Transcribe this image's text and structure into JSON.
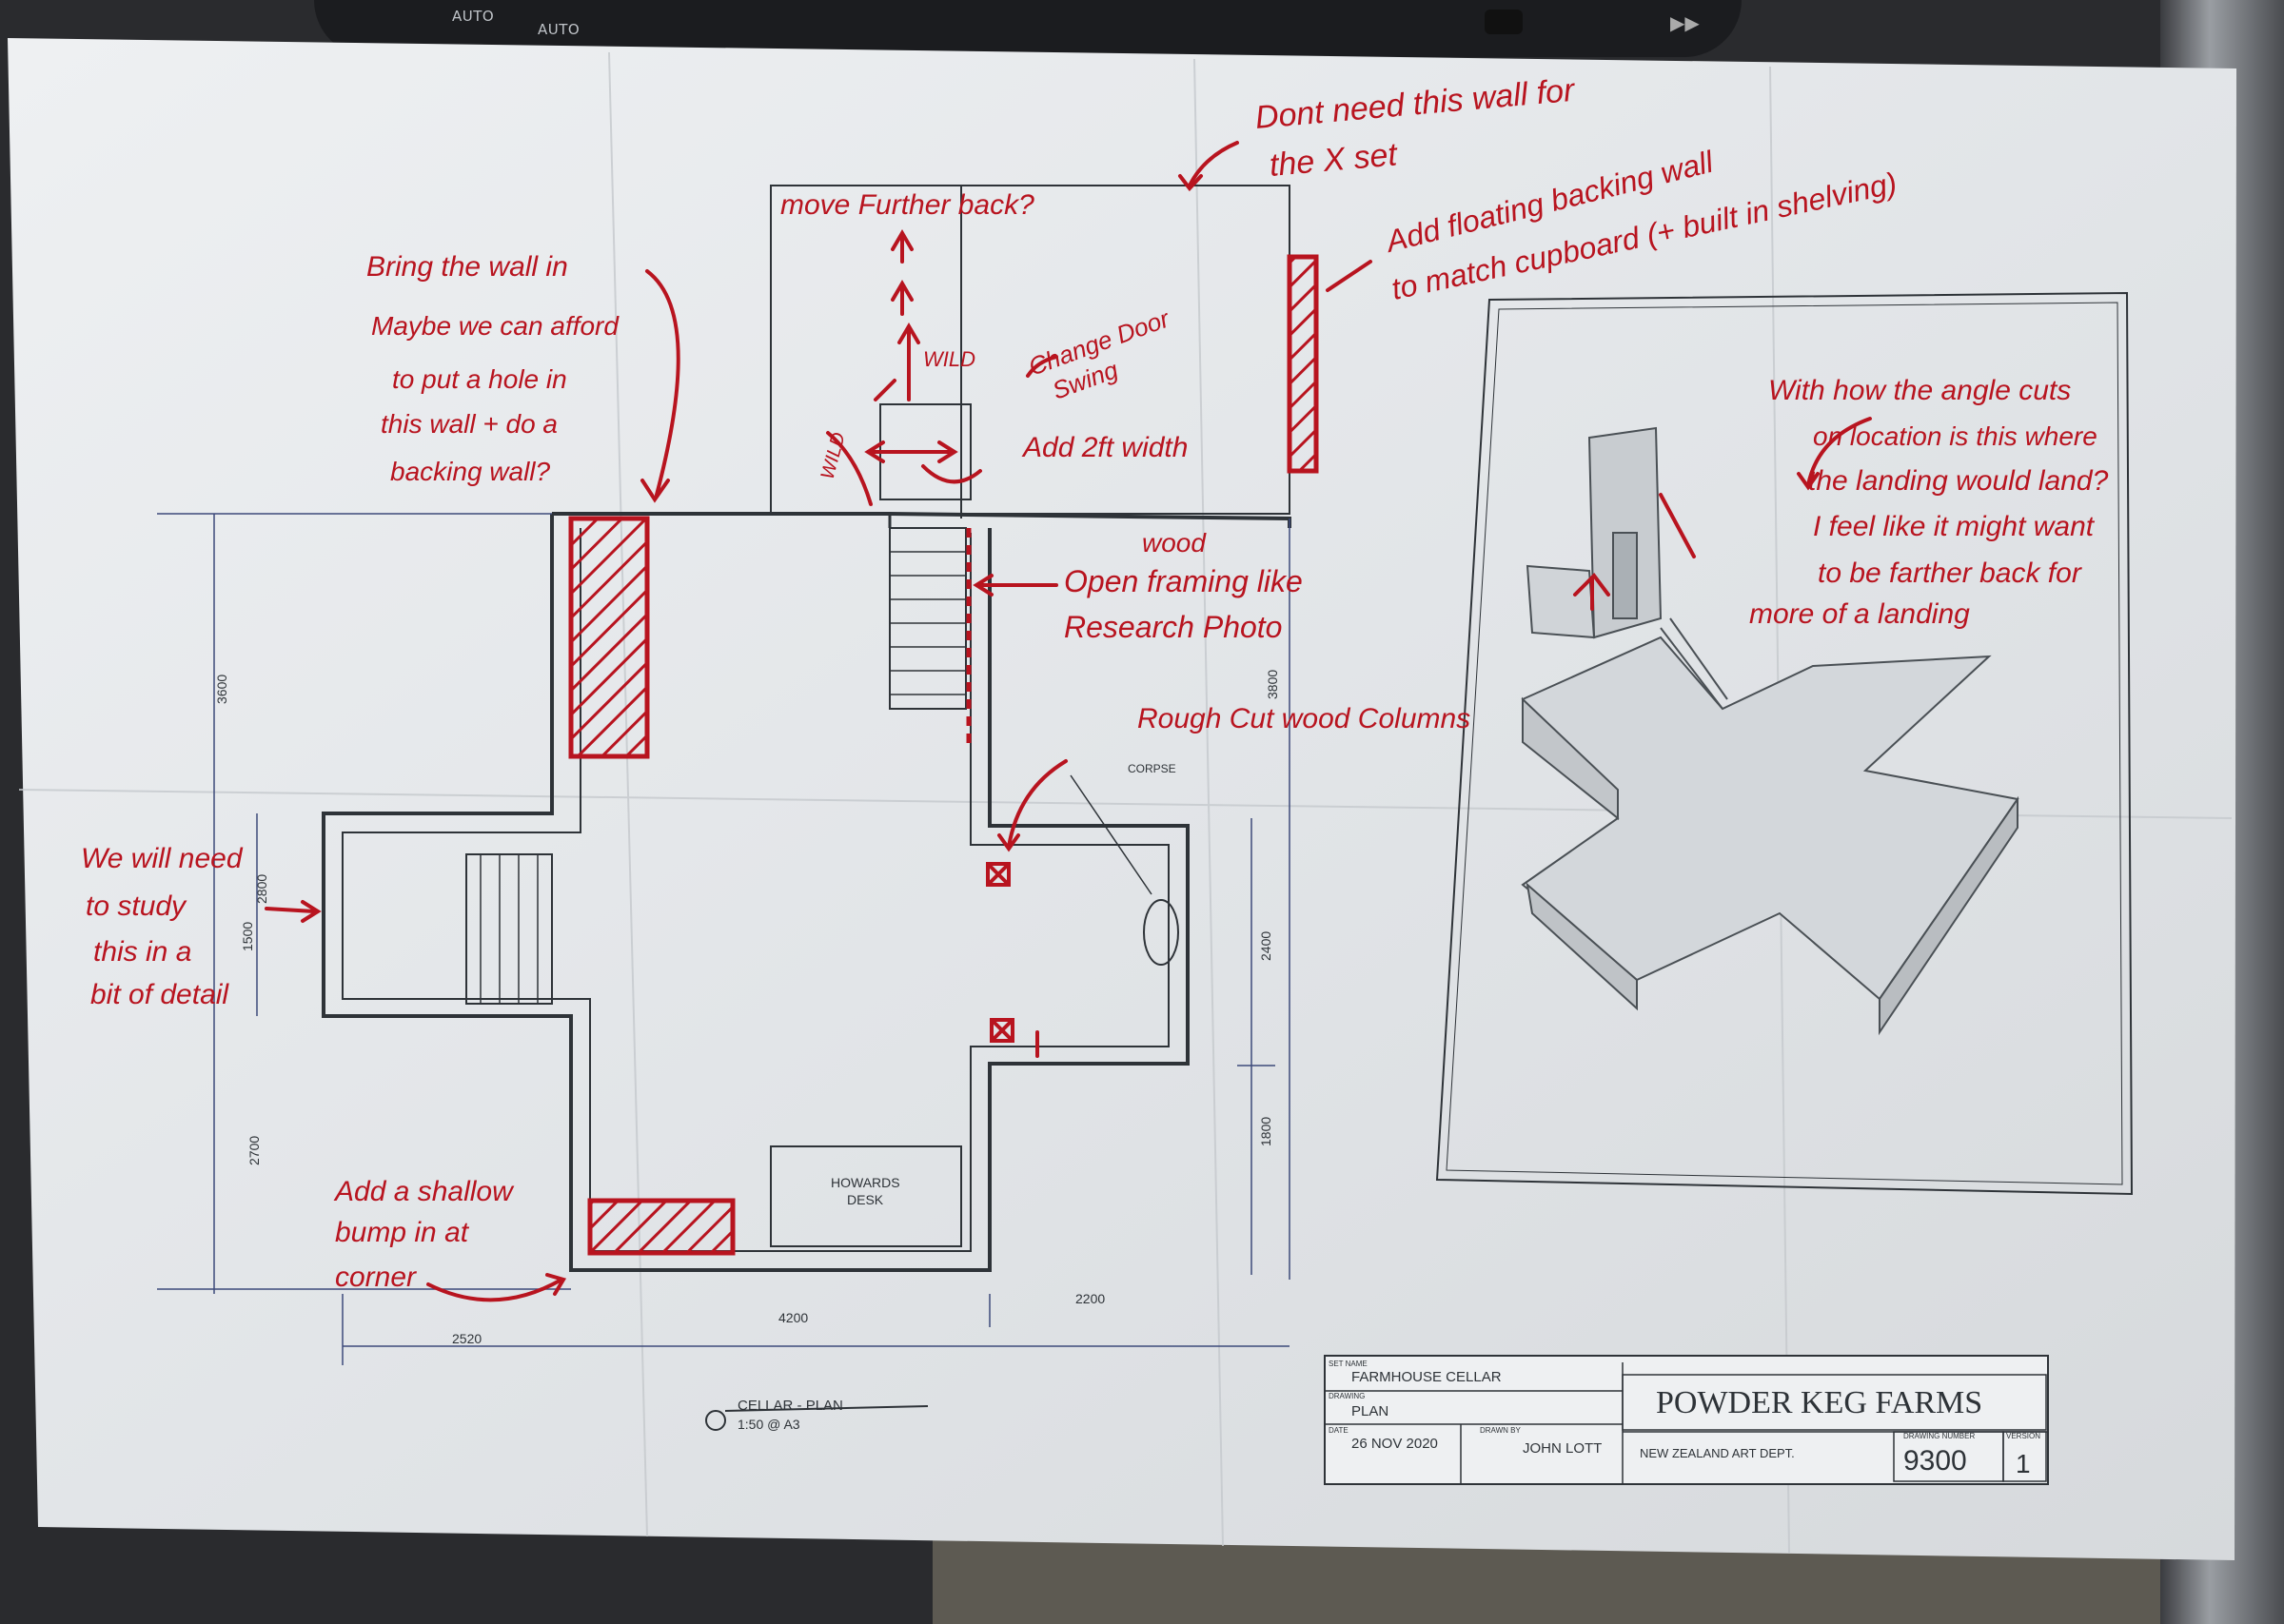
{
  "car": {
    "auto_left": "AUTO",
    "auto_right": "AUTO"
  },
  "plan": {
    "dimensions": {
      "left_top": "3600",
      "left_mid": "1500",
      "left_inner_mid": "2800",
      "left_bottom": "2700",
      "right_upper": "3800",
      "right_mid": "2400",
      "right_bottom": "1800",
      "bottom_left": "2520",
      "bottom_mid": "4200",
      "bottom_right": "2200"
    },
    "labels": {
      "corpse": "CORPSE",
      "desk_line1": "HOWARDS",
      "desk_line2": "DESK",
      "cellar_plan": "CELLAR - PLAN",
      "scale": "1:50 @ A3"
    }
  },
  "title_block": {
    "set_name_label": "SET NAME",
    "set_name": "FARMHOUSE CELLAR",
    "drawing_label": "DRAWING",
    "drawing": "PLAN",
    "date_label": "DATE",
    "date": "26 NOV 2020",
    "drawn_label": "DRAWN BY",
    "drawn_by": "JOHN LOTT",
    "company": "POWDER KEG FARMS",
    "department": "NEW ZEALAND ART DEPT.",
    "drawing_number_label": "DRAWING NUMBER",
    "drawing_number": "9300",
    "version_label": "VERSION",
    "version": "1"
  },
  "annotations": {
    "dont_need_1": "Dont need this wall for",
    "dont_need_2": "the X set",
    "move_back": "move Further back?",
    "floating_1": "Add floating backing wall",
    "floating_2": "to match cupboard (+ built in shelving)",
    "bring_in_1": "Bring the wall in",
    "bring_in_2": "Maybe we can afford",
    "bring_in_3": "to put a hole in",
    "bring_in_4": "this wall + do a",
    "bring_in_5": "backing wall?",
    "wild_1": "WILD",
    "wild_2": "WILD",
    "change_door_1": "Change Door",
    "change_door_2": "Swing",
    "add_width": "Add 2ft width",
    "wood": "wood",
    "open_framing": "Open framing like",
    "research_photo": "Research Photo",
    "rough_cut": "Rough Cut wood Columns",
    "study_1": "We will need",
    "study_2": "to study",
    "study_3": "this in a",
    "study_4": "bit of detail",
    "shallow_1": "Add a shallow",
    "shallow_2": "bump in at",
    "shallow_3": "corner",
    "angle_1": "With how the angle cuts",
    "angle_2": "on location is this where",
    "angle_3": "the landing would land?",
    "angle_4": "I feel like it might want",
    "angle_5": "to be farther back for",
    "angle_6": "more of a landing"
  },
  "colors": {
    "background": "#2a2b2e",
    "paper": "#e4e7ea",
    "ink_red": "#b8141f",
    "line_dark": "#2e3338",
    "line_blue": "#3d4a7a"
  }
}
